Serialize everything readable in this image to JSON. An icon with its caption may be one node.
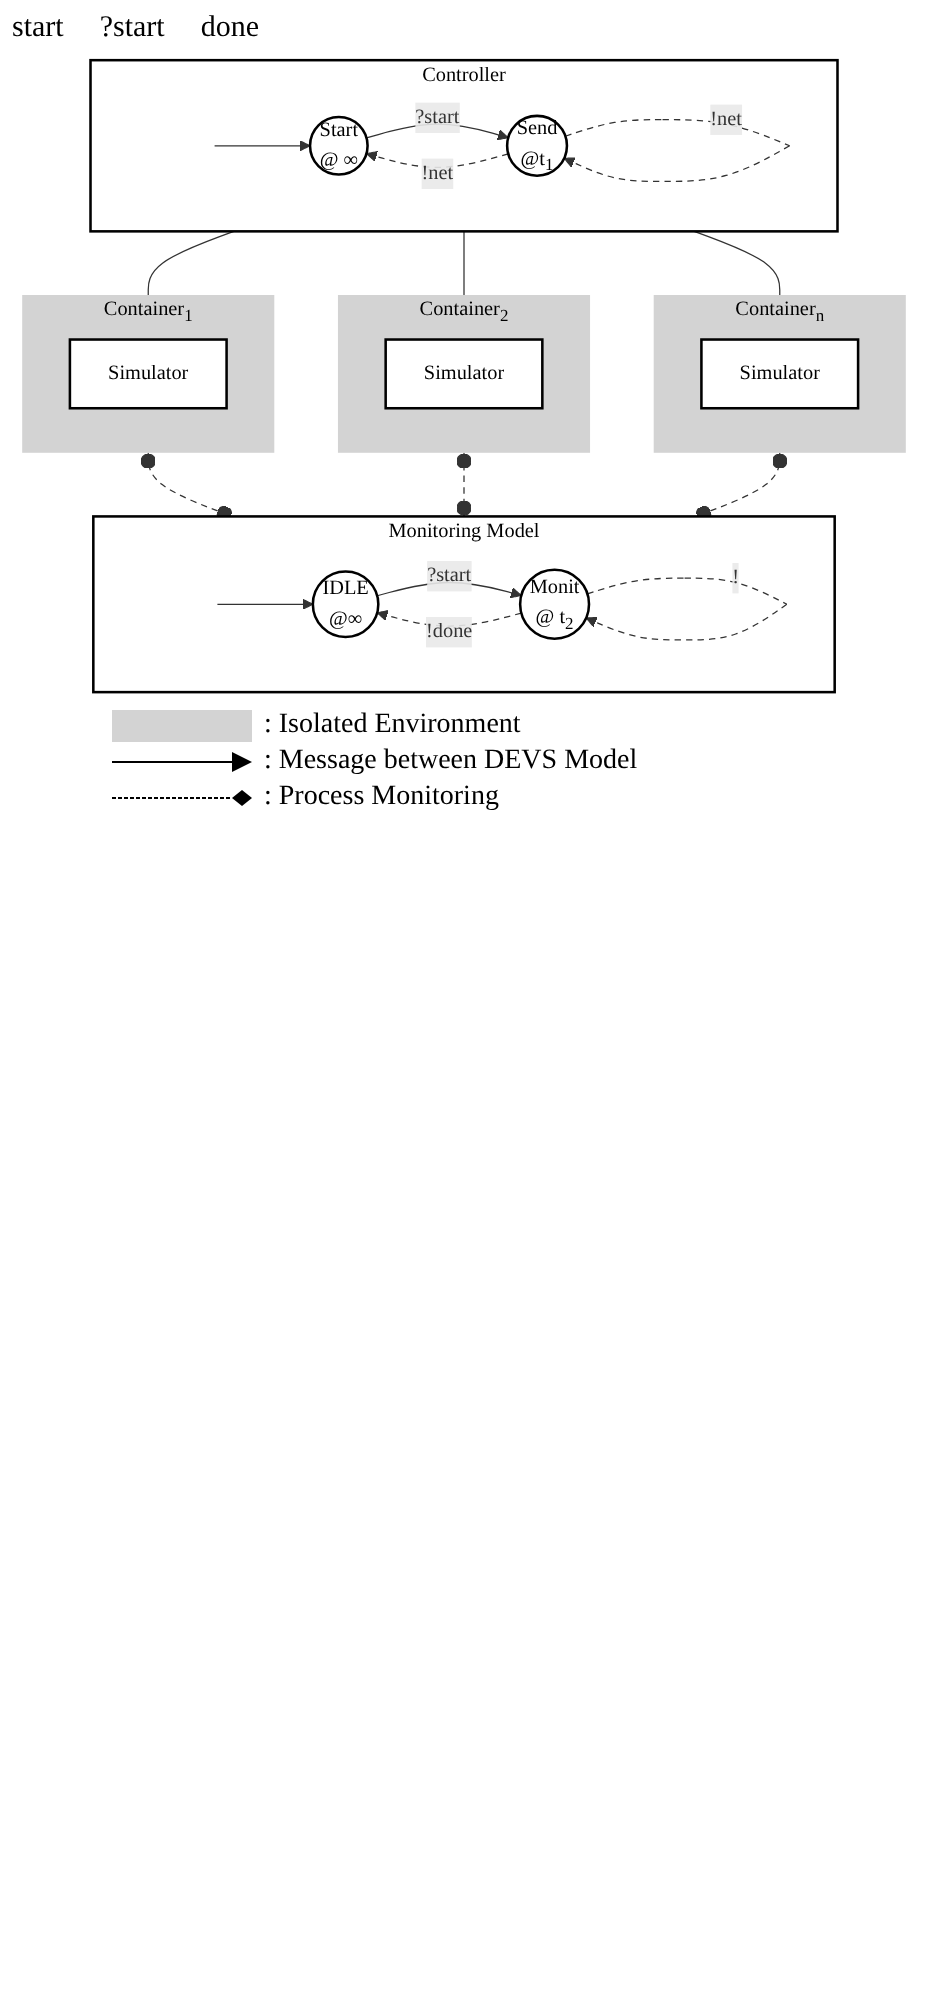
{
  "diagram": {
    "nodes": [
      {
        "text": [
          "Controller"
        ]
      },
      {
        "text": [
          "Start",
          "@ ∞"
        ],
        "in": 0
      },
      {
        "text": [
          "Send",
          "@t$_{1}$"
        ],
        "in": 0
      },
      {
        "text": [
          "Container$_{1}$"
        ]
      },
      {
        "text": [
          "Simulator"
        ],
        "in": 3
      },
      {
        "text": [
          "Container$_{2}$"
        ]
      },
      {
        "text": [
          "Simulator"
        ],
        "in": 5
      },
      {
        "text": [
          "Container$_{n}$"
        ]
      },
      {
        "text": [
          "Simulator"
        ],
        "in": 7
      },
      {
        "text": [
          "Monitoring Model"
        ]
      },
      {
        "text": [
          "IDLE",
          "@∞"
        ],
        "in": 9
      },
      {
        "text": [
          "Monit",
          "@ t$_{2}$"
        ],
        "in": 9
      }
    ],
    "edges": [
      {
        "from": null,
        "to": 1,
        "arrow": "to"
      },
      {
        "from": 1,
        "to": 2,
        "arrow": "to",
        "label": "?start"
      },
      {
        "from": 2,
        "to": 2,
        "arrow": "to",
        "label": "!net",
        "style": "dashed"
      },
      {
        "from": 2,
        "to": 1,
        "arrow": "to",
        "label": "!net",
        "style": "dashed"
      },
      {
        "from": 0,
        "to": 3,
        "arrow": "none"
      },
      {
        "from": 0,
        "to": 5,
        "arrow": "none"
      },
      {
        "from": 0,
        "to": 7,
        "arrow": "none"
      },
      {
        "from": 3,
        "to": 9,
        "arrow": "other",
        "style": "dashed"
      },
      {
        "from": 5,
        "to": 9,
        "arrow": "other",
        "style": "dashed"
      },
      {
        "from": 7,
        "to": 9,
        "arrow": "other",
        "style": "dashed"
      },
      {
        "from": null,
        "to": 10,
        "arrow": "to"
      },
      {
        "from": 10,
        "to": 11,
        "arrow": "to",
        "label": "?start"
      },
      {
        "from": 11,
        "to": 11,
        "arrow": "to",
        "label": "!",
        "style": "dashed"
      },
      {
        "from": 11,
        "to": 10,
        "arrow": "to",
        "label": "!done",
        "style": "dashed"
      }
    ],
    "labels": [
      "start",
      "?start",
      "done"
    ],
    "legend": [
      {
        "text": ": Isolated Environment",
        "color": "#d3d3d3"
      },
      {
        "text": ": Message between DEVS Model"
      },
      {
        "text": ": Process Monitoring"
      }
    ]
  }
}
